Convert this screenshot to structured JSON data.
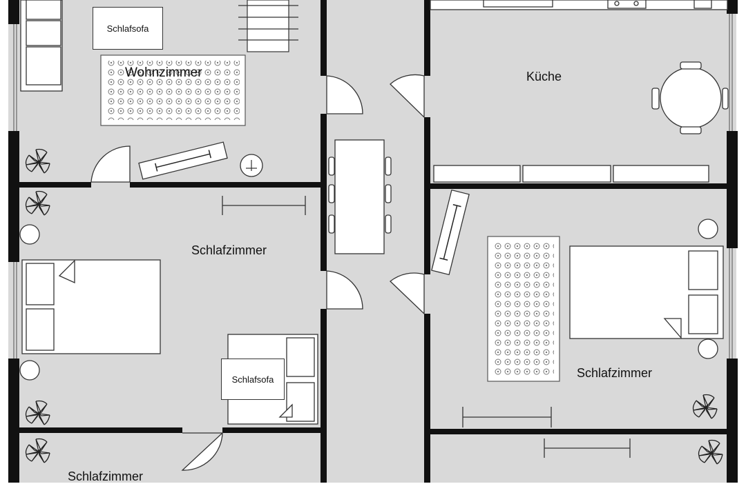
{
  "rooms": {
    "wohnzimmer": "Wohnzimmer",
    "kueche": "Küche",
    "schlafzimmer_left": "Schlafzimmer",
    "schlafzimmer_right": "Schlafzimmer",
    "schlafzimmer_bottom": "Schlafzimmer"
  },
  "furniture": {
    "sofa_top": "Schlafsofa",
    "sofa_mid": "Schlafsofa"
  },
  "colors": {
    "floor": "#d9d9d9",
    "wall": "#111111",
    "furniture_fill": "#ffffff",
    "outline": "#333333"
  }
}
